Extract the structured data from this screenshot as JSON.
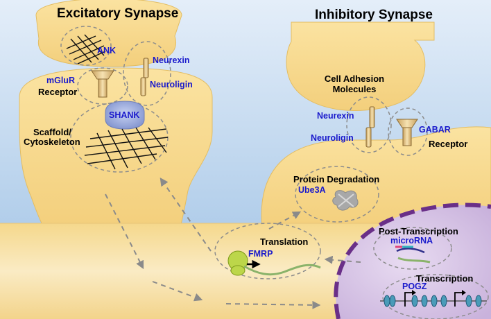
{
  "titles": {
    "excitatory": "Excitatory Synapse",
    "inhibitory": "Inhibitory Synapse"
  },
  "excitatory": {
    "ank": "ANK",
    "neurexin": "Neurexin",
    "neuroligin": "Neuroligin",
    "mglur": "mGluR",
    "receptor": "Receptor",
    "shank": "SHANK",
    "scaffold": "Scaffold/",
    "cytoskeleton": "Cytoskeleton"
  },
  "inhibitory": {
    "cam_line1": "Cell Adhesion",
    "cam_line2": "Molecules",
    "neurexin": "Neurexin",
    "neuroligin": "Neuroligin",
    "gabar": "GABAR",
    "receptor": "Receptor"
  },
  "degradation": {
    "title": "Protein Degradation",
    "gene": "Ube3A"
  },
  "translation": {
    "title": "Translation",
    "gene": "FMRP"
  },
  "post_transcription": {
    "title": "Post-Transcription",
    "gene": "microRNA"
  },
  "transcription": {
    "title": "Transcription",
    "gene": "POGZ"
  },
  "colors": {
    "sky_top": "#e4eef9",
    "sky_bottom": "#9cc0e4",
    "cell": "#f7dc92",
    "cell_edge": "#e3bd63",
    "nucleus": "#d8c6e6",
    "nucleus_border": "#6a2f88",
    "gene_label": "#1a1acc"
  }
}
